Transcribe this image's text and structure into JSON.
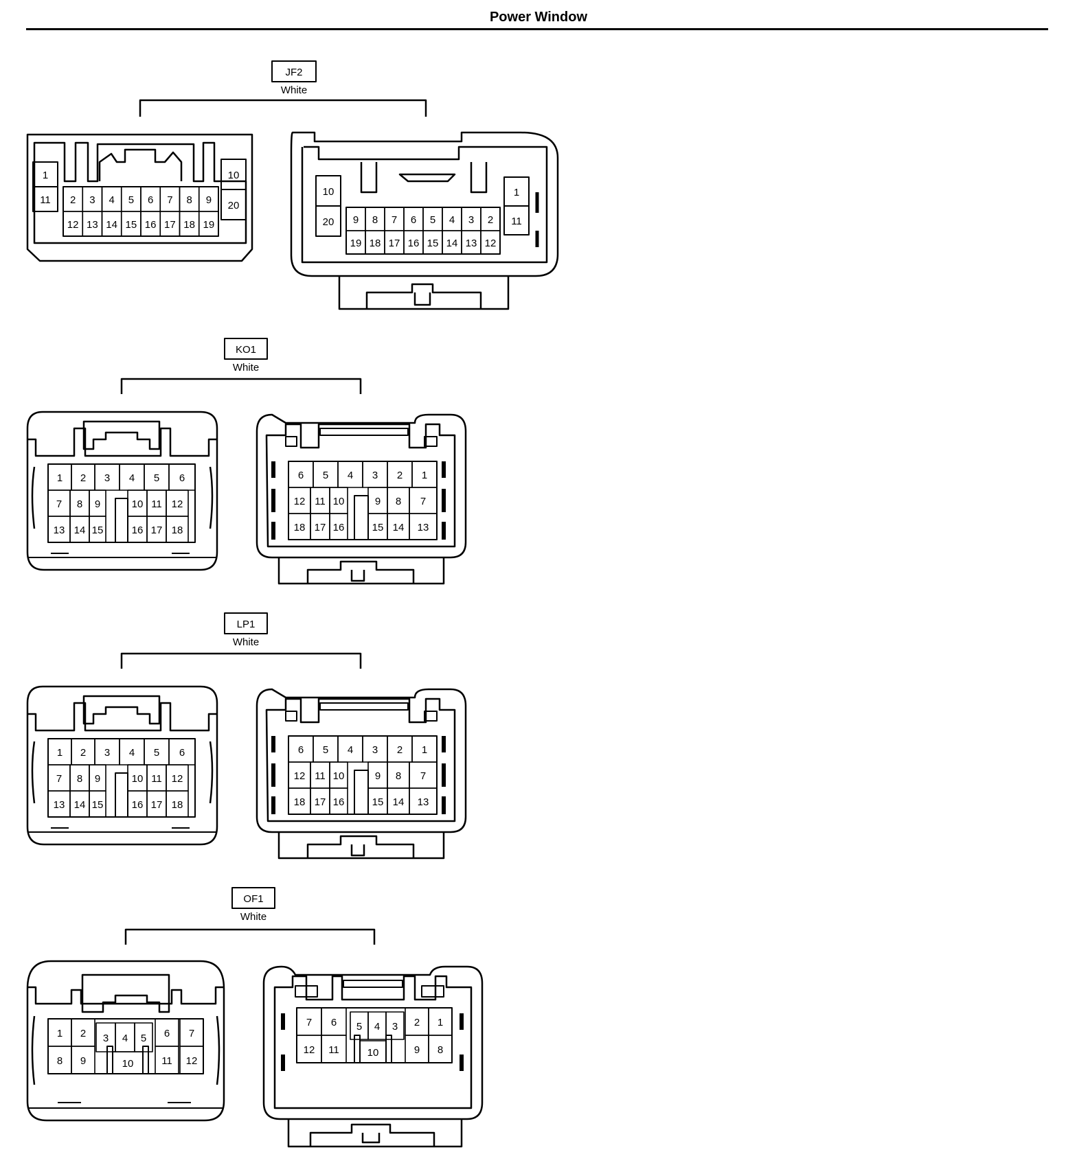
{
  "title": "Power Window",
  "connectors": [
    {
      "id": "JF2",
      "color": "White",
      "left": {
        "rows": [
          [
            "1",
            "2",
            "3",
            "4",
            "5",
            "6",
            "7",
            "8",
            "9",
            "10"
          ],
          [
            "11",
            "12",
            "13",
            "14",
            "15",
            "16",
            "17",
            "18",
            "19",
            "20"
          ]
        ]
      },
      "right": {
        "rows": [
          [
            "10",
            "9",
            "8",
            "7",
            "6",
            "5",
            "4",
            "3",
            "2",
            "1"
          ],
          [
            "20",
            "19",
            "18",
            "17",
            "16",
            "15",
            "14",
            "13",
            "12",
            "11"
          ]
        ]
      }
    },
    {
      "id": "KO1",
      "color": "White",
      "left": {
        "rows": [
          [
            "1",
            "2",
            "3",
            "4",
            "5",
            "6"
          ],
          [
            "7",
            "8",
            "9",
            "10",
            "11",
            "12"
          ],
          [
            "13",
            "14",
            "15",
            "16",
            "17",
            "18"
          ]
        ]
      },
      "right": {
        "rows": [
          [
            "6",
            "5",
            "4",
            "3",
            "2",
            "1"
          ],
          [
            "12",
            "11",
            "10",
            "9",
            "8",
            "7"
          ],
          [
            "18",
            "17",
            "16",
            "15",
            "14",
            "13"
          ]
        ]
      }
    },
    {
      "id": "LP1",
      "color": "White",
      "left": {
        "rows": [
          [
            "1",
            "2",
            "3",
            "4",
            "5",
            "6"
          ],
          [
            "7",
            "8",
            "9",
            "10",
            "11",
            "12"
          ],
          [
            "13",
            "14",
            "15",
            "16",
            "17",
            "18"
          ]
        ]
      },
      "right": {
        "rows": [
          [
            "6",
            "5",
            "4",
            "3",
            "2",
            "1"
          ],
          [
            "12",
            "11",
            "10",
            "9",
            "8",
            "7"
          ],
          [
            "18",
            "17",
            "16",
            "15",
            "14",
            "13"
          ]
        ]
      }
    },
    {
      "id": "OF1",
      "color": "White",
      "left": {
        "rows": [
          [
            "1",
            "2",
            "3",
            "4",
            "5",
            "6",
            "7"
          ],
          [
            "8",
            "9",
            "10",
            "11",
            "12"
          ]
        ]
      },
      "right": {
        "rows": [
          [
            "7",
            "6",
            "5",
            "4",
            "3",
            "2",
            "1"
          ],
          [
            "12",
            "11",
            "10",
            "9",
            "8"
          ]
        ]
      }
    }
  ]
}
